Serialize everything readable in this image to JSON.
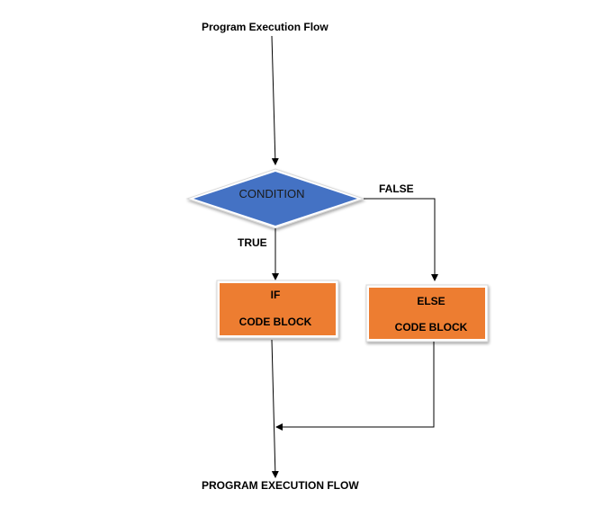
{
  "diagram": {
    "top_label": "Program Execution Flow",
    "bottom_label": "PROGRAM EXECUTION FLOW",
    "condition": {
      "label": "CONDITION",
      "color": "#4472C4"
    },
    "true_label": "TRUE",
    "false_label": "FALSE",
    "if_block": {
      "line1": "IF",
      "line2": "CODE BLOCK",
      "color": "#ED7D31"
    },
    "else_block": {
      "line1": "ELSE",
      "line2": "CODE BLOCK",
      "color": "#ED7D31"
    }
  }
}
